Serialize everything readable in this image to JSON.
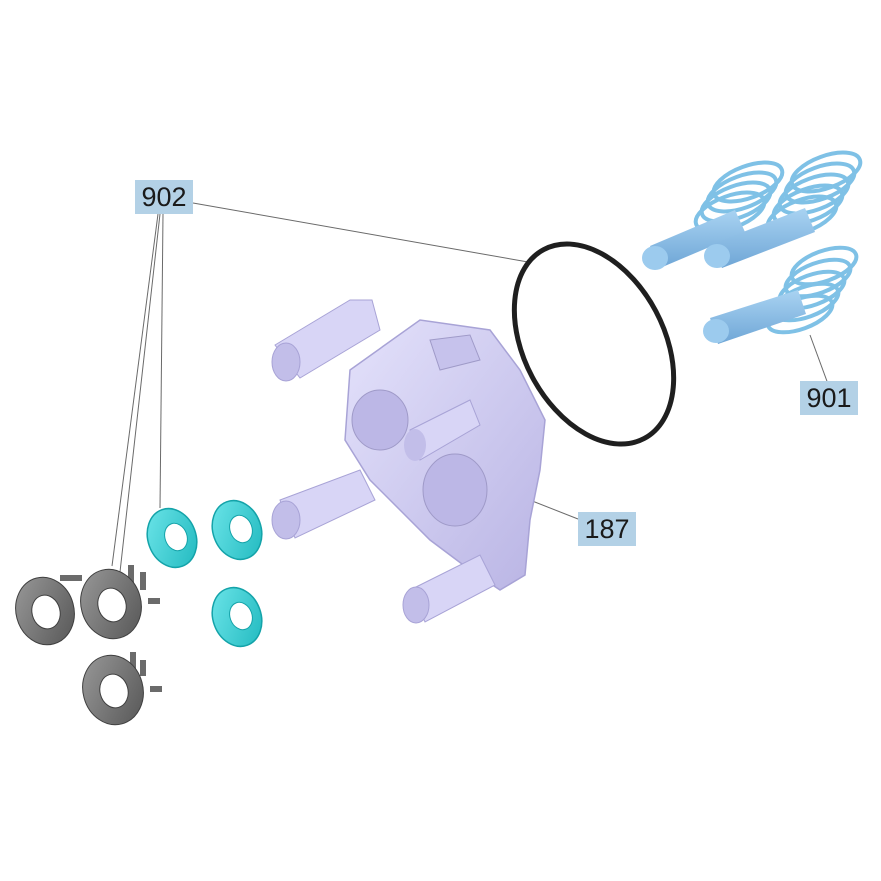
{
  "callouts": [
    {
      "id": "902",
      "label": "902"
    },
    {
      "id": "901",
      "label": "901"
    },
    {
      "id": "187",
      "label": "187"
    }
  ],
  "colors": {
    "label_bg": "#b3d1e6",
    "leader_line": "#555555",
    "housing": "#cdc9ef",
    "housing_dark": "#9f9ac8",
    "spring": "#8ec8ea",
    "piston": "#86b9e3",
    "seal_ring": "#37d2d6",
    "oring": "#1f1f1f",
    "valve_cap": "#6b6b6b"
  }
}
